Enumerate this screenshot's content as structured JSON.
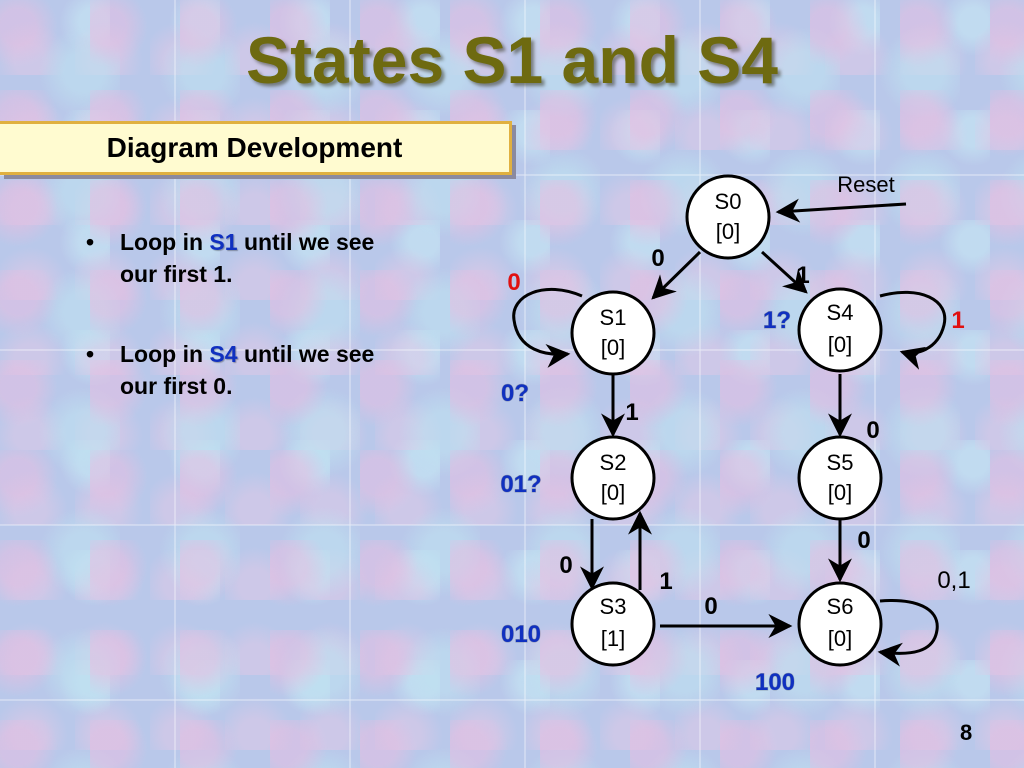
{
  "slide": {
    "title": "States S1 and S4",
    "subtitle": "Diagram Development",
    "page_number": "8"
  },
  "bullets": [
    {
      "bullet": "•",
      "before": "Loop in ",
      "state": "S1",
      "after": " until we see our first 1."
    },
    {
      "bullet": "•",
      "before": "Loop in ",
      "state": "S4",
      "after": " until we see our first 0."
    }
  ],
  "diagram": {
    "states": [
      {
        "id": "S0",
        "output": "[0]"
      },
      {
        "id": "S1",
        "output": "[0]"
      },
      {
        "id": "S4",
        "output": "[0]"
      },
      {
        "id": "S2",
        "output": "[0]"
      },
      {
        "id": "S5",
        "output": "[0]"
      },
      {
        "id": "S3",
        "output": "[1]"
      },
      {
        "id": "S6",
        "output": "[0]"
      }
    ],
    "reset_label": "Reset",
    "transition_labels": {
      "s0_s1": "0",
      "s0_s4": "1",
      "s1_loop": "0",
      "s4_loop": "1",
      "s1_s2": "1",
      "s4_s5": "0",
      "s2_s3": "0",
      "s3_s2": "1",
      "s5_s6": "0",
      "s3_s6": "0",
      "s6_loop": "0,1"
    },
    "sequence_labels": {
      "s1": "0?",
      "s4": "1?",
      "s2": "01?",
      "s3": "010",
      "s6": "100"
    },
    "colors": {
      "loop_label_red": "#e01010",
      "sequence_blue": "#1030c0",
      "title_olive": "#6e6a10"
    }
  }
}
